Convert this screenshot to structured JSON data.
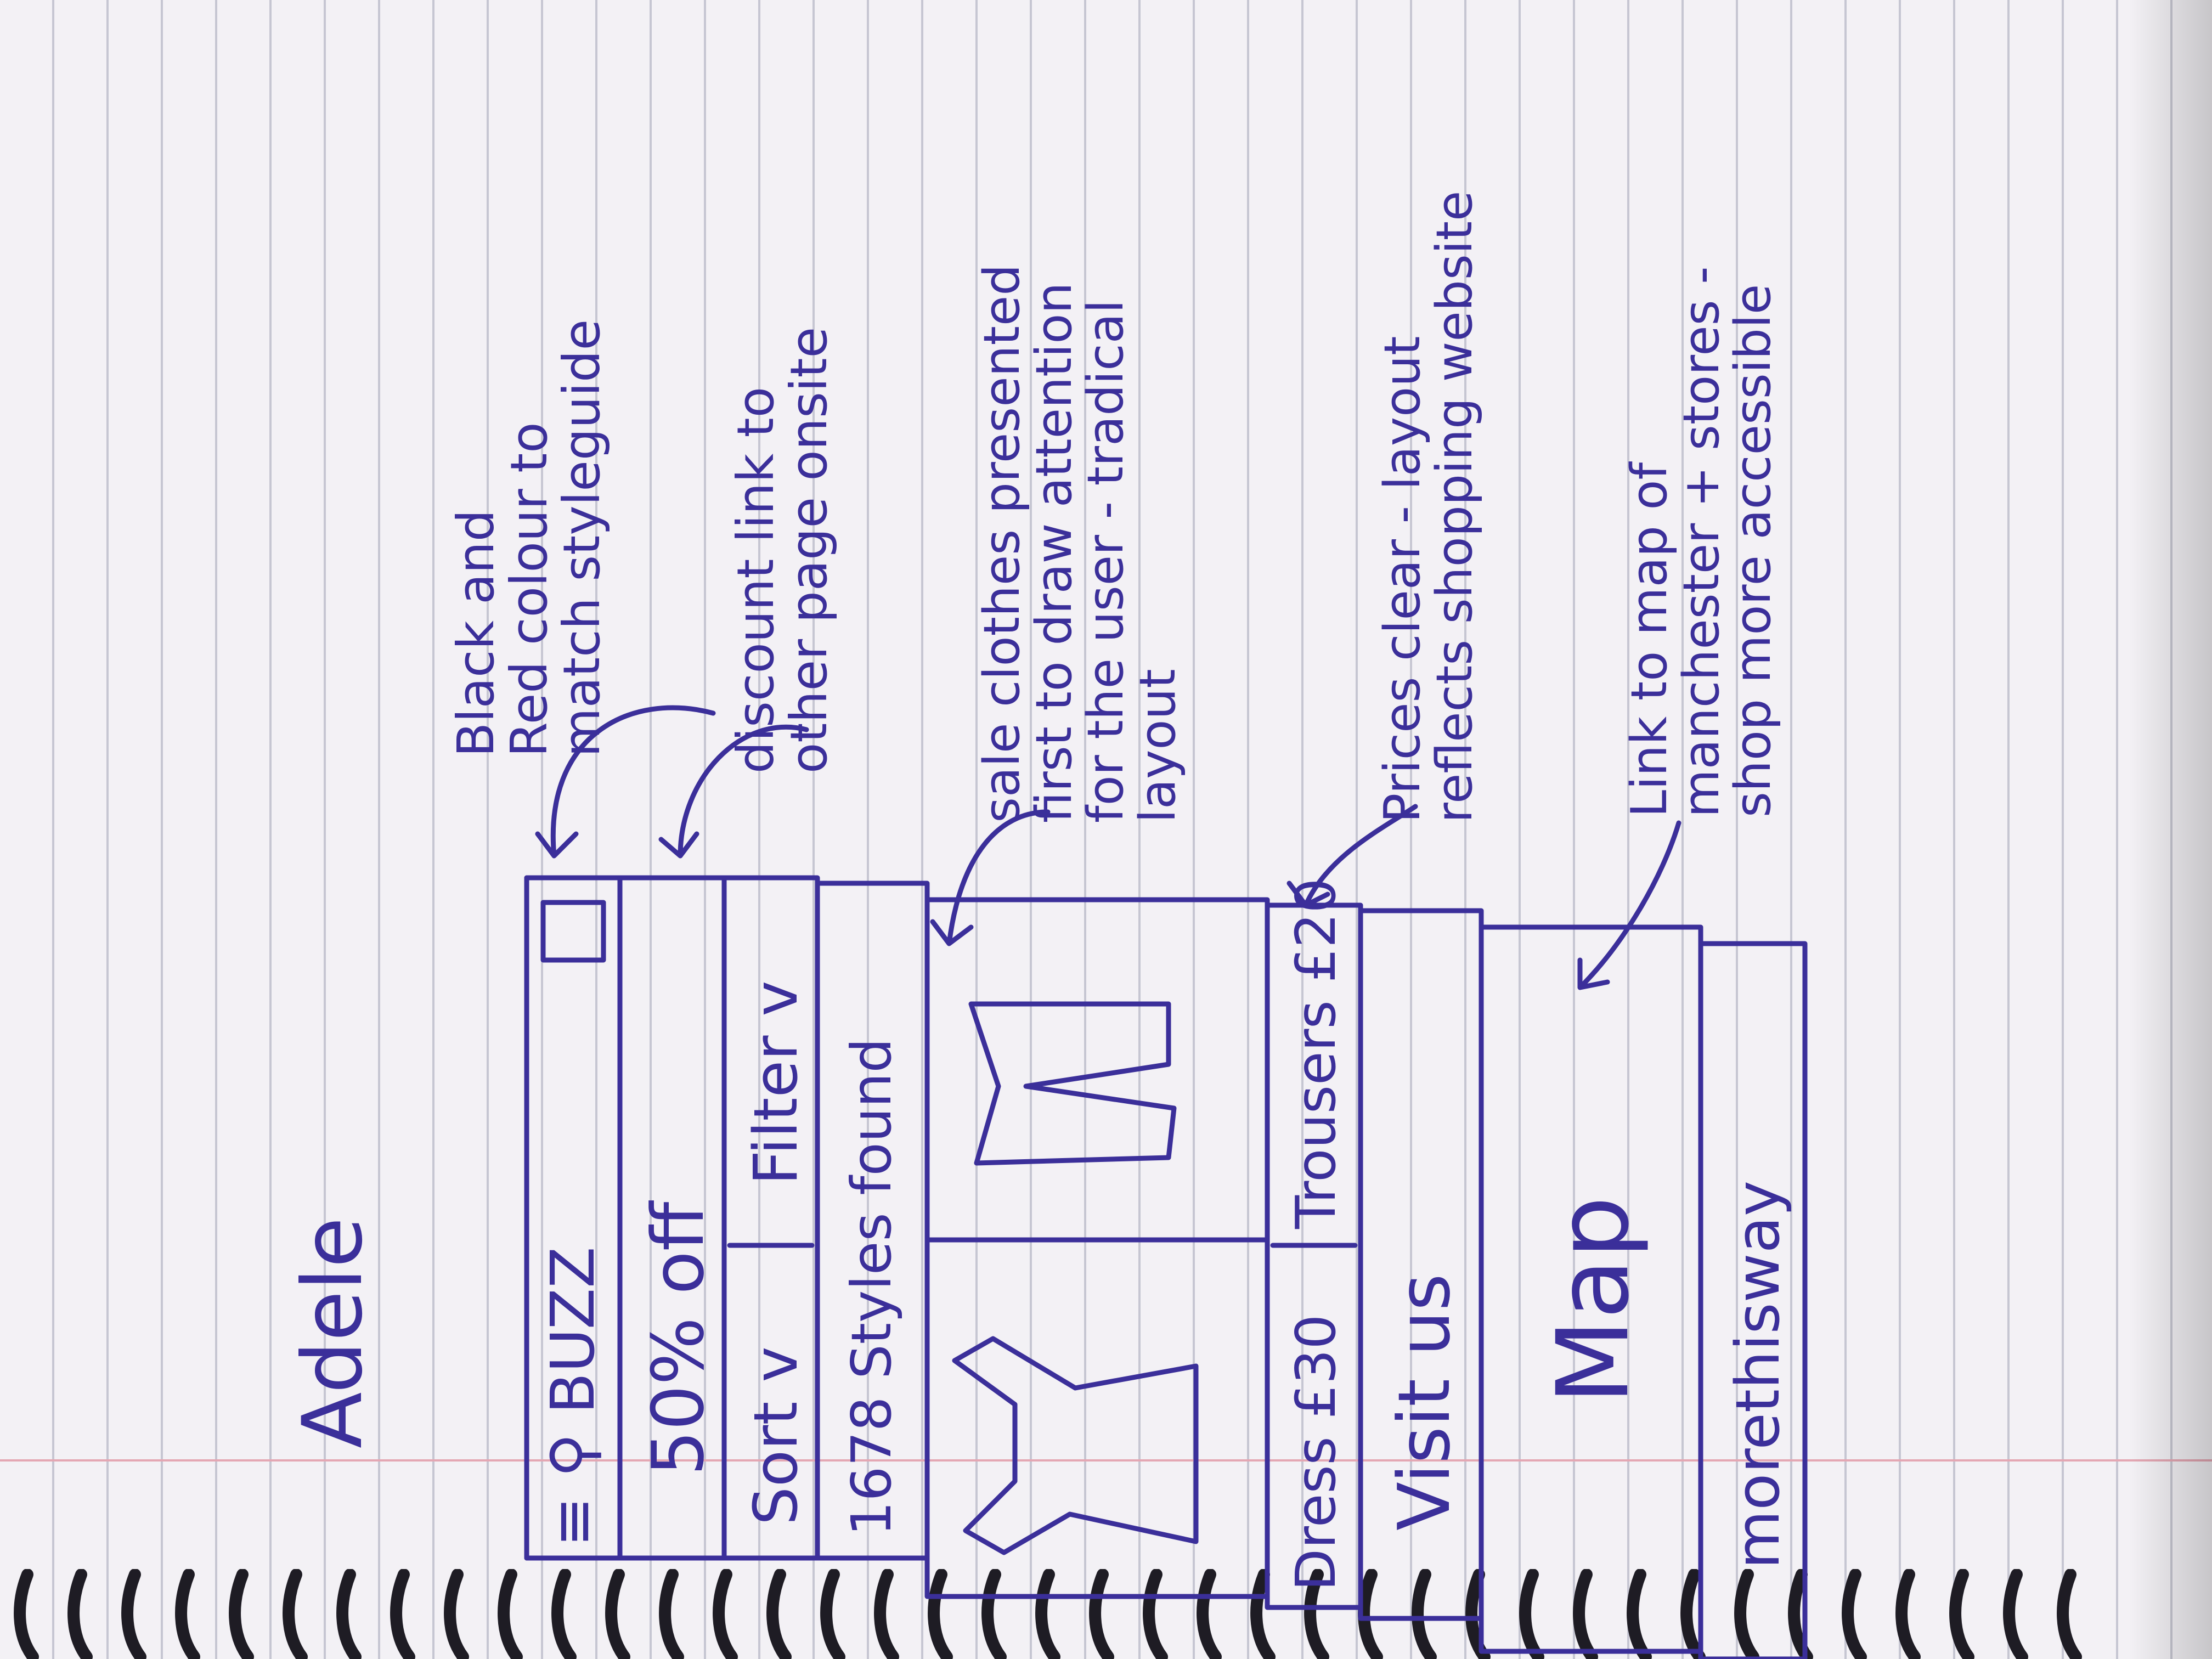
{
  "author": "Adele",
  "wireframe": {
    "header": {
      "menu_icon": "hamburger-icon",
      "search_icon": "search-icon",
      "brand": "BUZZ",
      "bag_icon": "bag-icon"
    },
    "discount_banner": "50% off",
    "sort_label": "Sort v",
    "filter_label": "Filter v",
    "results_count": "1678 Styles found",
    "products": [
      {
        "name": "Dress",
        "price": "£30",
        "image": "dress-sketch"
      },
      {
        "name": "Trousers",
        "price": "£20",
        "image": "trousers-sketch"
      }
    ],
    "visit_heading": "Visit us",
    "map_label": "Map",
    "cta": "morethisway"
  },
  "annotations": [
    {
      "lines": [
        "Black and",
        "Red colour to",
        "match styleguide"
      ]
    },
    {
      "lines": [
        "discount link to",
        "other page onsite"
      ]
    },
    {
      "lines": [
        "sale clothes presented",
        "first to draw attention",
        "for the user - tradical",
        "layout"
      ]
    },
    {
      "lines": [
        "Prices clear - layout",
        "reflects shopping website"
      ]
    },
    {
      "lines": [
        "Link to map of",
        "manchester + stores -",
        "shop more accessible"
      ]
    }
  ],
  "colors": {
    "ink": "#3b2f9a",
    "paper": "#f3f1f5",
    "ruled_line": "#c6c6d2",
    "margin_line": "#e4a7b3",
    "spiral": "#1e1c24"
  }
}
